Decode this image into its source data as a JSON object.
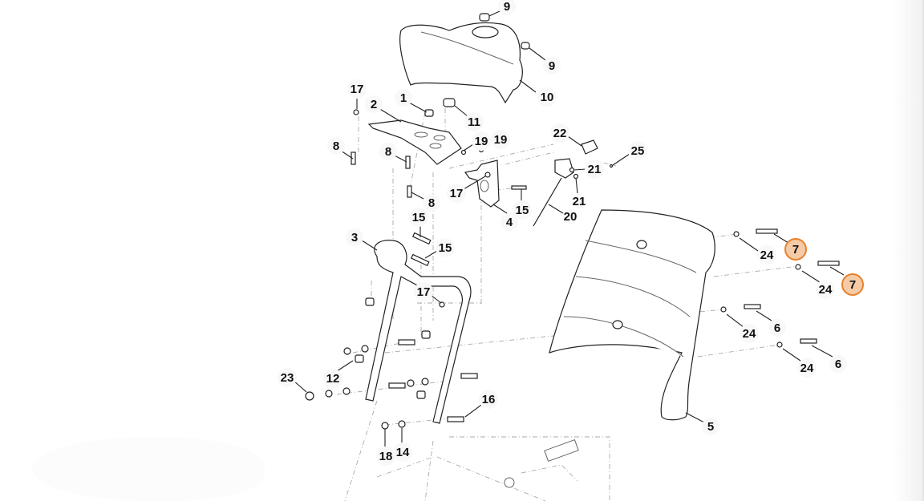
{
  "diagram": {
    "title": "Exploded parts diagram - handlebar and front shield assembly",
    "highlight_color": "#f5cba7",
    "highlight_border": "#e8802a",
    "highlighted_part": "7",
    "callouts": [
      {
        "id": "c9a",
        "label": "9"
      },
      {
        "id": "c9b",
        "label": "9"
      },
      {
        "id": "c10",
        "label": "10"
      },
      {
        "id": "c17a",
        "label": "17"
      },
      {
        "id": "c2",
        "label": "2"
      },
      {
        "id": "c1",
        "label": "1"
      },
      {
        "id": "c11",
        "label": "11"
      },
      {
        "id": "c8a",
        "label": "8"
      },
      {
        "id": "c8b",
        "label": "8"
      },
      {
        "id": "c8c",
        "label": "8"
      },
      {
        "id": "c19a",
        "label": "19"
      },
      {
        "id": "c19b",
        "label": "19"
      },
      {
        "id": "c17b",
        "label": "17"
      },
      {
        "id": "c15a",
        "label": "15"
      },
      {
        "id": "c4",
        "label": "4"
      },
      {
        "id": "c22",
        "label": "22"
      },
      {
        "id": "c25",
        "label": "25"
      },
      {
        "id": "c21a",
        "label": "21"
      },
      {
        "id": "c21b",
        "label": "21"
      },
      {
        "id": "c20",
        "label": "20"
      },
      {
        "id": "c15b",
        "label": "15"
      },
      {
        "id": "c3",
        "label": "3"
      },
      {
        "id": "c15c",
        "label": "15"
      },
      {
        "id": "c17c",
        "label": "17"
      },
      {
        "id": "c12",
        "label": "12"
      },
      {
        "id": "c23",
        "label": "23"
      },
      {
        "id": "c16",
        "label": "16"
      },
      {
        "id": "c18",
        "label": "18"
      },
      {
        "id": "c14",
        "label": "14"
      },
      {
        "id": "c24a",
        "label": "24"
      },
      {
        "id": "c24b",
        "label": "24"
      },
      {
        "id": "c24c",
        "label": "24"
      },
      {
        "id": "c24d",
        "label": "24"
      },
      {
        "id": "c7a",
        "label": "7"
      },
      {
        "id": "c7b",
        "label": "7"
      },
      {
        "id": "c6a",
        "label": "6"
      },
      {
        "id": "c6b",
        "label": "6"
      },
      {
        "id": "c5",
        "label": "5"
      }
    ]
  }
}
